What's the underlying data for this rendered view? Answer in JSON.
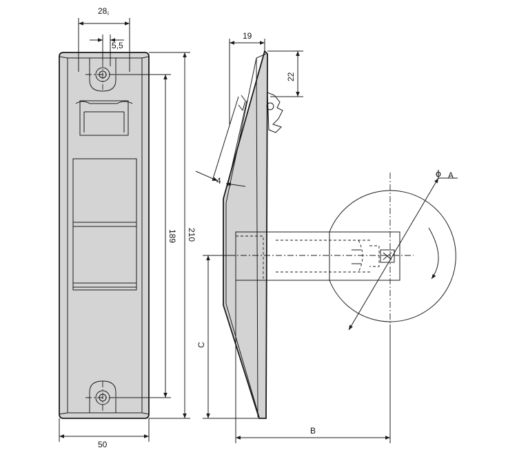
{
  "dimensions": {
    "front_top_width": "28",
    "front_top_sub": "i",
    "hole_offset": "5,5",
    "hole_spacing": "189",
    "total_height": "210",
    "total_width": "50",
    "side_depth": "19",
    "side_top_offset": "22",
    "wall_thickness": "4",
    "distance_c": "C",
    "distance_b": "B",
    "diameter_symbol": "ϕ",
    "diameter_label": "A"
  }
}
